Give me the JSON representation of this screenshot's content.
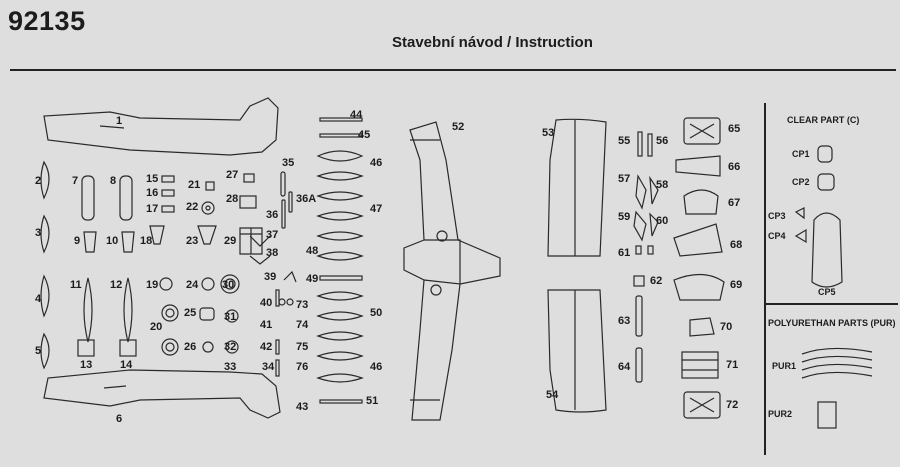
{
  "header": {
    "kit_number": "92135",
    "title": "Stavební návod / Instruction"
  },
  "sections": {
    "clear_parts": "CLEAR PART (C)",
    "polyurethane_parts": "POLYURETHAN PARTS (PUR)"
  },
  "parts": {
    "p1": "1",
    "p2": "2",
    "p3": "3",
    "p4": "4",
    "p5": "5",
    "p6": "6",
    "p7": "7",
    "p8": "8",
    "p9": "9",
    "p10": "10",
    "p11": "11",
    "p12": "12",
    "p13": "13",
    "p14": "14",
    "p15": "15",
    "p16": "16",
    "p17": "17",
    "p18": "18",
    "p19": "19",
    "p20": "20",
    "p21": "21",
    "p22": "22",
    "p23": "23",
    "p24": "24",
    "p25": "25",
    "p26": "26",
    "p27": "27",
    "p28": "28",
    "p29": "29",
    "p30": "30",
    "p31": "31",
    "p32": "32",
    "p33": "33",
    "p34": "34",
    "p35": "35",
    "p36": "36",
    "p36a": "36A",
    "p37": "37",
    "p38": "38",
    "p39": "39",
    "p40": "40",
    "p41": "41",
    "p42": "42",
    "p43": "43",
    "p44": "44",
    "p45": "45",
    "p46a": "46",
    "p46b": "46",
    "p47": "47",
    "p48": "48",
    "p49": "49",
    "p50": "50",
    "p51": "51",
    "p52": "52",
    "p53": "53",
    "p54": "54",
    "p55": "55",
    "p56": "56",
    "p57": "57",
    "p58": "58",
    "p59": "59",
    "p60": "60",
    "p61": "61",
    "p62": "62",
    "p63": "63",
    "p64": "64",
    "p65": "65",
    "p66": "66",
    "p67": "67",
    "p68": "68",
    "p69": "69",
    "p70": "70",
    "p71": "71",
    "p72": "72",
    "p73": "73",
    "p74": "74",
    "p75": "75",
    "p76": "76"
  },
  "clear": {
    "cp1": "CP1",
    "cp2": "CP2",
    "cp3": "CP3",
    "cp4": "CP4",
    "cp5": "CP5"
  },
  "pur": {
    "pur1": "PUR1",
    "pur2": "PUR2"
  }
}
